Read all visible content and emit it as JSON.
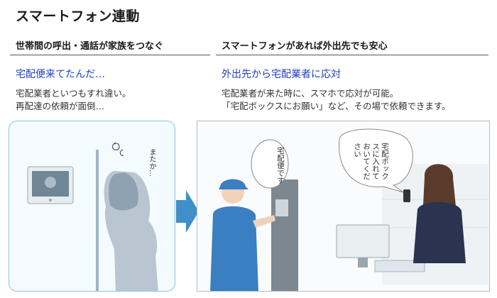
{
  "title": "スマートフォン連動",
  "left": {
    "heading": "世帯間の呼出・通話が家族をつなぐ",
    "subheading": "宅配便来てたんだ…",
    "description_lines": [
      "宅配業者といつもすれ違い。",
      "再配達の依頼が面倒…"
    ],
    "remark": "またか…"
  },
  "right": {
    "heading": "スマートフォンがあれば外出先でも安心",
    "subheading": "外出先から宅配業者に応対",
    "description_lines": [
      "宅配業者が来た時に、スマホで応対が可能。",
      "「宅配ボックスにお願い」など、その場で依頼できます。"
    ],
    "courier_speech": "宅配便です",
    "resident_speech": "宅配ボックスに入れておいてください"
  },
  "colors": {
    "accent_blue": "#1f3fbf",
    "panel_border": "#8ec7de",
    "arrow": "#3f8fc8"
  }
}
